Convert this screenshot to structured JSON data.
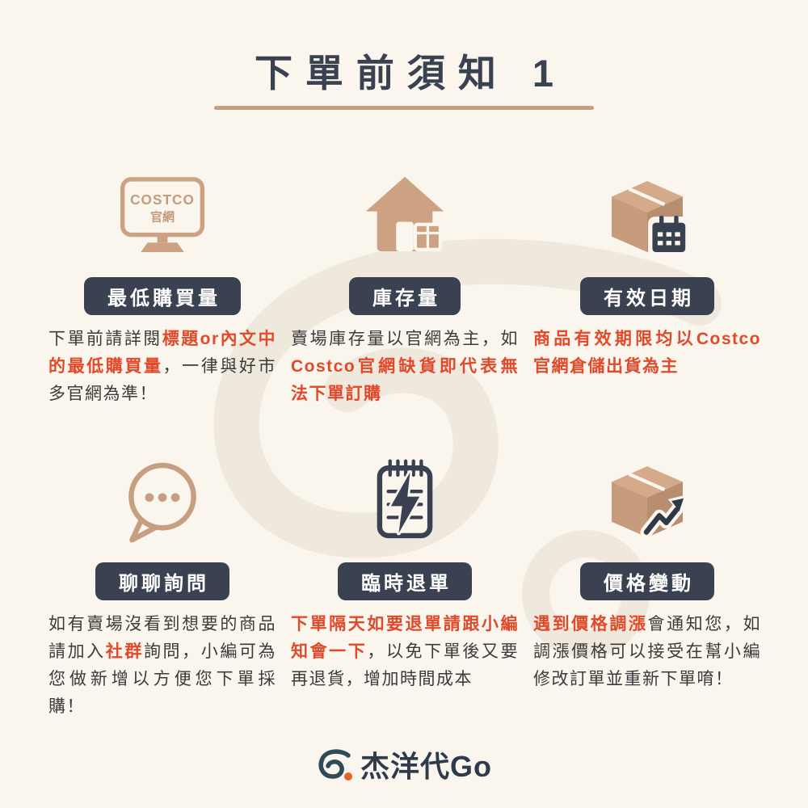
{
  "page": {
    "title": "下單前須知 1",
    "colors": {
      "background": "#FAF6ED",
      "accent_tan": "#CDA283",
      "badge_navy": "#3A4150",
      "alert_red": "#E1492B",
      "text_dark": "#3B3B3B"
    }
  },
  "sections": [
    {
      "badge": "最低購買量",
      "icon": "costco-website-monitor-icon",
      "monitor_line1": "COSTCO",
      "monitor_line2": "官網",
      "text": [
        {
          "text": "下單前請詳閱",
          "style": "dark"
        },
        {
          "text": "標題or內文中的最低購買量",
          "style": "red"
        },
        {
          "text": "，一律與好市多官網為準！",
          "style": "dark"
        }
      ]
    },
    {
      "badge": "庫存量",
      "icon": "house-stock-icon",
      "text": [
        {
          "text": "賣場庫存量以官網為主，如",
          "style": "dark"
        },
        {
          "text": "Costco官網缺貨即代表無法下單訂購",
          "style": "red"
        }
      ]
    },
    {
      "badge": "有效日期",
      "icon": "box-calendar-icon",
      "text": [
        {
          "text": "商品有效期限均以Costco官網倉儲出貨為主",
          "style": "red"
        }
      ]
    },
    {
      "badge": "聊聊詢問",
      "icon": "chat-bubble-icon",
      "text": [
        {
          "text": "如有賣場沒看到想要的商品請加入",
          "style": "dark"
        },
        {
          "text": "社群",
          "style": "red"
        },
        {
          "text": "詢問，小編可為您做新增以方便您下單採購！",
          "style": "dark"
        }
      ]
    },
    {
      "badge": "臨時退單",
      "icon": "clipboard-lightning-icon",
      "text": [
        {
          "text": "下單隔天如要退單請跟小編知會一下",
          "style": "red"
        },
        {
          "text": "，以免下單後又要再退貨，增加時間成本",
          "style": "dark"
        }
      ]
    },
    {
      "badge": "價格變動",
      "icon": "box-price-trend-icon",
      "text": [
        {
          "text": "遇到價格調漲",
          "style": "red"
        },
        {
          "text": "會通知您，如調漲價格可以接受在幫小編修改訂單並重新下單唷！",
          "style": "dark"
        }
      ]
    }
  ],
  "footer": {
    "brand": "杰洋代Go"
  }
}
